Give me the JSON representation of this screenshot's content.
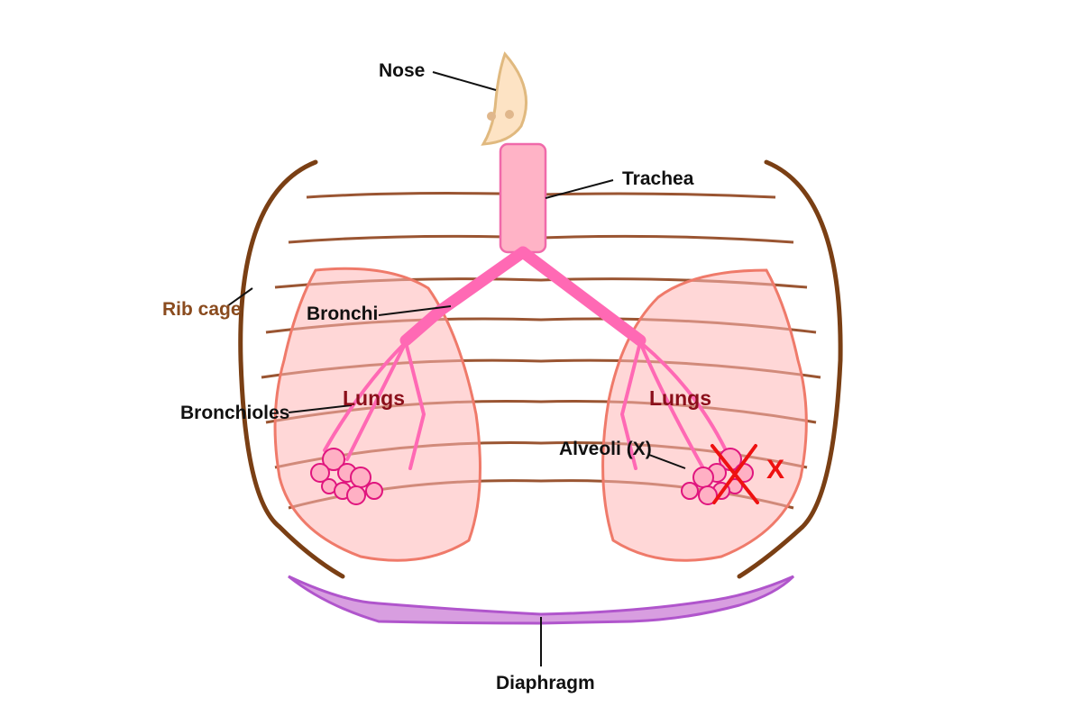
{
  "labels": {
    "nose": "Nose",
    "trachea": "Trachea",
    "rib_cage": "Rib cage",
    "bronchi": "Bronchi",
    "bronchioles": "Bronchioles",
    "lungs_left": "Lungs",
    "lungs_right": "Lungs",
    "alveoli": "Alveoli (X)",
    "damage_mark": "X",
    "diaphragm": "Diaphragm"
  },
  "colors": {
    "nose": "#fde3c4",
    "trachea": "#ffb3c6",
    "airway": "#ff69b4",
    "lung_fill": "#ffb6b6",
    "lung_stroke": "#ef7a6a",
    "rib": "#9a5532",
    "rib_cage": "#7a3f14",
    "diaphragm": "#d89ee0",
    "damage": "#ee1111"
  }
}
